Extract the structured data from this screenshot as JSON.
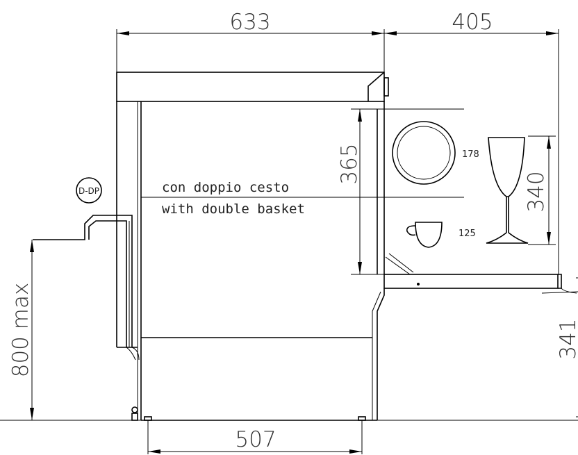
{
  "dimensions": {
    "top_width": "633",
    "top_right_width": "405",
    "basket_height": "365",
    "glass_height": "340",
    "max_height": "800 max",
    "feet_width": "507",
    "right_height": "341"
  },
  "labels": {
    "italian": "con doppio cesto",
    "english": "with double basket",
    "tag": "D-DP",
    "plate_size": "178",
    "cup_size": "125"
  }
}
